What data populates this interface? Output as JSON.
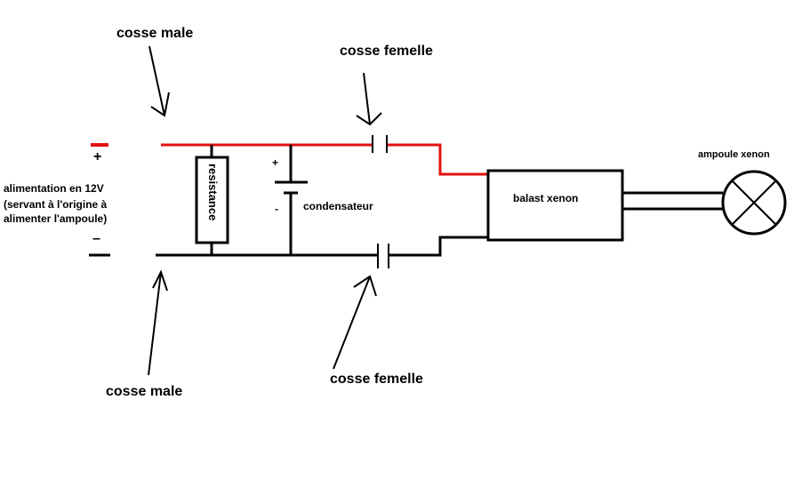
{
  "diagram": {
    "title": "",
    "colors": {
      "positive_wire": "#e31010",
      "negative_wire": "#000000",
      "background": "#ffffff"
    },
    "labels": {
      "cosse_male_top": "cosse male",
      "cosse_male_bottom": "cosse male",
      "cosse_femelle_top": "cosse femelle",
      "cosse_femelle_bottom": "cosse femelle",
      "supply_line1": "alimentation en 12V",
      "supply_line2": "(servant à l'origine à",
      "supply_line3": "alimenter l'ampoule)",
      "plus_sign": "+",
      "minus_sign": "–",
      "resistance": "resistance",
      "cap_plus": "+",
      "cap_minus": "-",
      "condensateur": "condensateur",
      "ballast": "balast xenon",
      "bulb": "ampoule xenon"
    },
    "components": [
      {
        "id": "supply",
        "type": "power-supply",
        "voltage": "12V"
      },
      {
        "id": "resistor",
        "type": "resistor",
        "label": "resistance"
      },
      {
        "id": "capacitor",
        "type": "polarized-capacitor",
        "label": "condensateur"
      },
      {
        "id": "connector-top",
        "type": "female-connector",
        "label": "cosse femelle"
      },
      {
        "id": "connector-bottom",
        "type": "female-connector",
        "label": "cosse femelle"
      },
      {
        "id": "ballast",
        "type": "box",
        "label": "balast xenon"
      },
      {
        "id": "lamp",
        "type": "lamp",
        "label": "ampoule xenon"
      }
    ]
  }
}
